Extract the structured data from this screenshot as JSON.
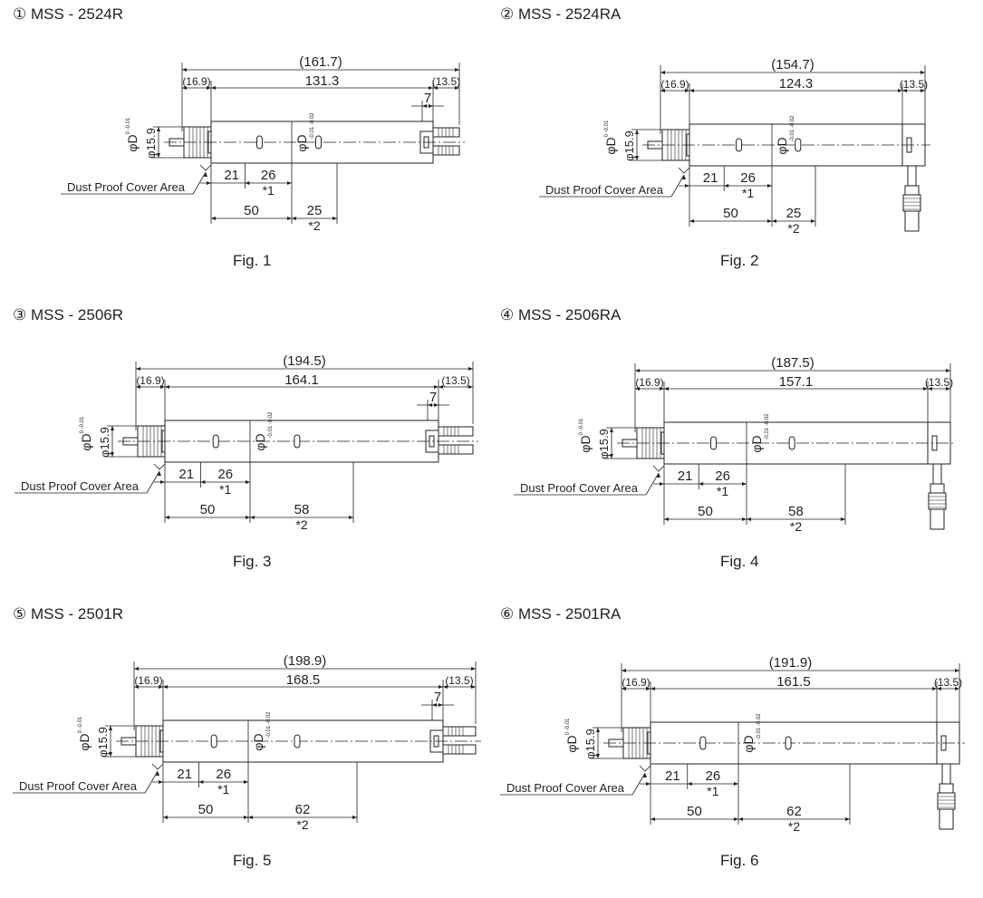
{
  "dust_label": "Dust Proof Cover Area",
  "dia_d": "φD",
  "dia_d_tol_top": "0",
  "dia_d_tol_bot": "-0.01",
  "dia_d2_tol_top": "-0.01",
  "dia_d2_tol_bot": "-0.02",
  "dia_159": "φ15.9",
  "dim_left": "(16.9)",
  "dim_right": "(13.5)",
  "dim_7": "7",
  "dim_21": "21",
  "dim_26": "26",
  "dim_50": "50",
  "note1": "*1",
  "note2": "*2",
  "figures": [
    {
      "heading": "① MSS - 2524R",
      "overall": "(161.7)",
      "mid": "131.3",
      "last": "25",
      "caption": "Fig. 1",
      "type": "R"
    },
    {
      "heading": "② MSS - 2524RA",
      "overall": "(154.7)",
      "mid": "124.3",
      "last": "25",
      "caption": "Fig. 2",
      "type": "RA"
    },
    {
      "heading": "③ MSS - 2506R",
      "overall": "(194.5)",
      "mid": "164.1",
      "last": "58",
      "caption": "Fig. 3",
      "type": "R"
    },
    {
      "heading": "④ MSS - 2506RA",
      "overall": "(187.5)",
      "mid": "157.1",
      "last": "58",
      "caption": "Fig. 4",
      "type": "RA"
    },
    {
      "heading": "⑤ MSS - 2501R",
      "overall": "(198.9)",
      "mid": "168.5",
      "last": "62",
      "caption": "Fig. 5",
      "type": "R"
    },
    {
      "heading": "⑥ MSS - 2501RA",
      "overall": "(191.9)",
      "mid": "161.5",
      "last": "62",
      "caption": "Fig. 6",
      "type": "RA"
    }
  ]
}
